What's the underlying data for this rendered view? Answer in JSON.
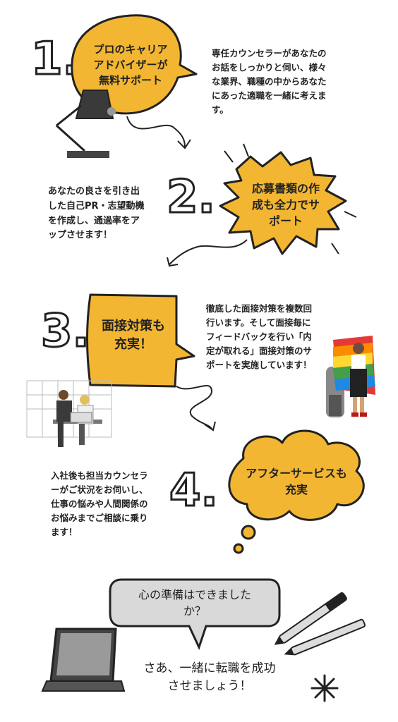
{
  "steps": [
    {
      "number": "1.",
      "bubble": "プロのキャリア\nアドバイザーが\n無料サポート",
      "desc": "専任カウンセラーがあなたの\nお話をしっかりと伺い、様々\nな業界、職種の中からあなた\nにあった適職を一緒に考えま\nす。"
    },
    {
      "number": "2.",
      "bubble": "応募書類の作\n成も全力でサ\nポート",
      "desc": "あなたの良さを引き出\nした自己PR・志望動機\nを作成し、通過率をア\nップさせます！"
    },
    {
      "number": "3.",
      "bubble": "面接対策も\n充実！",
      "desc": "徹底した面接対策を複数回\n行います。そして面接毎に\nフィードバックを行い「内\n定が取れる」面接対策のサ\nポートを実施しています！"
    },
    {
      "number": "4.",
      "bubble": "アフターサービスも\n充実",
      "desc": "入社後も担当カウンセラ\nーがご状況をお伺いし、\n仕事の悩みや人間関係の\nお悩みまでご相談に乗り\nます！"
    }
  ],
  "closing": {
    "question": "心の準備はできました\nか？",
    "cta": "さあ、一緒に転職を成功\nさせましょう！"
  },
  "colors": {
    "accent": "#f2b632",
    "ink": "#222222",
    "gray_bubble": "#d9d9d9"
  },
  "icons": [
    "desk-lamp-icon",
    "curved-arrow-icon",
    "meeting-illustration",
    "person-with-flag-illustration",
    "laptop-icon",
    "pens-icon",
    "sparkle-icon"
  ]
}
